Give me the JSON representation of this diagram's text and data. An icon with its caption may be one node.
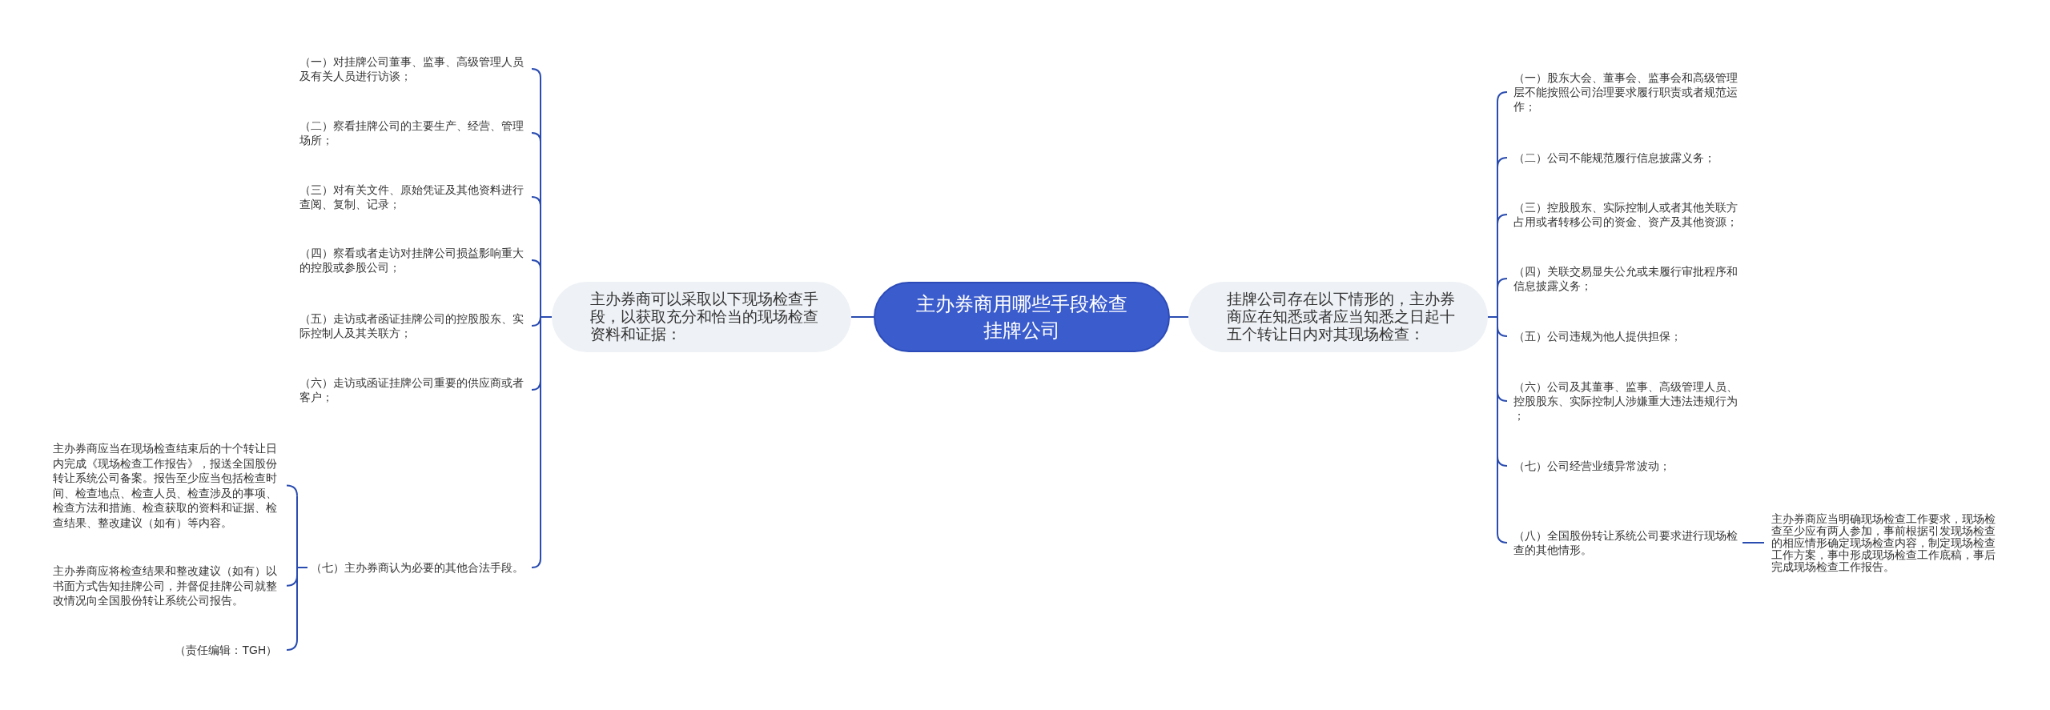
{
  "diagram": {
    "nodes": [
      {
        "text": [
          "主办券商用哪些手段检查挂牌公司"
        ]
      },
      {
        "text": [
          "主办券商可以采取以下现场检查手段，以获取充分和恰当的现场检查资料和证据："
        ]
      },
      {
        "text": [
          "（一）对挂牌公司董事、监事、高级管理人员及有关人员进行访谈；"
        ]
      },
      {
        "text": [
          "（二）察看挂牌公司的主要生产、经营、管理场所；"
        ]
      },
      {
        "text": [
          "（三）对有关文件、原始凭证及其他资料进行查阅、复制、记录；"
        ]
      },
      {
        "text": [
          "（四）察看或者走访对挂牌公司损益影响重大的控股或参股公司；"
        ]
      },
      {
        "text": [
          "（五）走访或者函证挂牌公司的控股股东、实际控制人及其关联方；"
        ]
      },
      {
        "text": [
          "（六）走访或函证挂牌公司重要的供应商或者客户；"
        ]
      },
      {
        "text": [
          "（七）主办券商认为必要的其他合法手段。"
        ]
      },
      {
        "text": [
          "主办券商应当在现场检查结束后的十个转让日内完成《现场检查工作报告》，报送全国股份转让系统公司备案。报告至少应当包括检查时间、检查地点、检查人员、检查涉及的事项、检查方法和措施、检查获取的资料和证据、检查结果、整改建议（如有）等内容。"
        ]
      },
      {
        "text": [
          "主办券商应将检查结果和整改建议（如有）以书面方式告知挂牌公司，并督促挂牌公司就整改情况向全国股份转让系统公司报告。"
        ]
      },
      {
        "text": [
          "（责任编辑：TGH）"
        ]
      },
      {
        "text": [
          "挂牌公司存在以下情形的，主办券商应在知悉或者应当知悉之日起十五个转让日内对其现场检查："
        ]
      },
      {
        "text": [
          "（一）股东大会、董事会、监事会和高级管理层不能按照公司治理要求履行职责或者规范运作；"
        ]
      },
      {
        "text": [
          "（二）公司不能规范履行信息披露义务；"
        ]
      },
      {
        "text": [
          "（三）控股股东、实际控制人或者其他关联方占用或者转移公司的资金、资产及其他资源；"
        ]
      },
      {
        "text": [
          "（四）关联交易显失公允或未履行审批程序和信息披露义务；"
        ]
      },
      {
        "text": [
          "（五）公司违规为他人提供担保；"
        ]
      },
      {
        "text": [
          "（六）公司及其董事、监事、高级管理人员、控股股东、实际控制人涉嫌重大违法违规行为；"
        ]
      },
      {
        "text": [
          "（七）公司经营业绩异常波动；"
        ]
      },
      {
        "text": [
          "（八）全国股份转让系统公司要求进行现场检查的其他情形。"
        ]
      },
      {
        "text": [
          "主办券商应当明确现场检查工作要求，现场检查至少应有两人参加，事前根据引发现场检查的相应情形确定现场检查内容，制定现场检查工作方案，事中形成现场检查工作底稿，事后完成现场检查工作报告。"
        ]
      }
    ],
    "edges": [
      {
        "from": 0,
        "to": 1,
        "arrow": "none"
      },
      {
        "from": 0,
        "to": 12,
        "arrow": "none"
      },
      {
        "from": 1,
        "to": 2,
        "arrow": "none"
      },
      {
        "from": 1,
        "to": 3,
        "arrow": "none"
      },
      {
        "from": 1,
        "to": 4,
        "arrow": "none"
      },
      {
        "from": 1,
        "to": 5,
        "arrow": "none"
      },
      {
        "from": 1,
        "to": 6,
        "arrow": "none"
      },
      {
        "from": 1,
        "to": 7,
        "arrow": "none"
      },
      {
        "from": 1,
        "to": 8,
        "arrow": "none"
      },
      {
        "from": 8,
        "to": 9,
        "arrow": "none"
      },
      {
        "from": 8,
        "to": 10,
        "arrow": "none"
      },
      {
        "from": 8,
        "to": 11,
        "arrow": "none"
      },
      {
        "from": 12,
        "to": 13,
        "arrow": "none"
      },
      {
        "from": 12,
        "to": 14,
        "arrow": "none"
      },
      {
        "from": 12,
        "to": 15,
        "arrow": "none"
      },
      {
        "from": 12,
        "to": 16,
        "arrow": "none"
      },
      {
        "from": 12,
        "to": 17,
        "arrow": "none"
      },
      {
        "from": 12,
        "to": 18,
        "arrow": "none"
      },
      {
        "from": 12,
        "to": 19,
        "arrow": "none"
      },
      {
        "from": 12,
        "to": 20,
        "arrow": "none"
      },
      {
        "from": 20,
        "to": 21,
        "arrow": "none"
      }
    ]
  }
}
